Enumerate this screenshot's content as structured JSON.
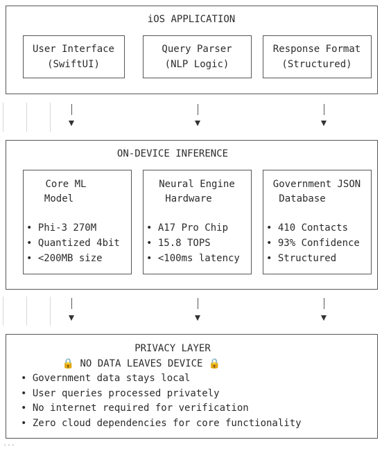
{
  "app_layer": {
    "title": "iOS APPLICATION",
    "boxes": [
      {
        "line1": "User Interface",
        "line2": "(SwiftUI)"
      },
      {
        "line1": "Query Parser",
        "line2": "(NLP Logic)"
      },
      {
        "line1": "Response Format",
        "line2": "(Structured)"
      }
    ]
  },
  "inference_layer": {
    "title": "ON-DEVICE INFERENCE",
    "boxes": [
      {
        "line1": "Core ML",
        "line2": "Model",
        "bullets": [
          "• Phi-3 270M",
          "• Quantized 4bit",
          "• <200MB size"
        ]
      },
      {
        "line1": "Neural Engine",
        "line2": "Hardware",
        "bullets": [
          "• A17 Pro Chip",
          "• 15.8 TOPS",
          "• <100ms latency"
        ]
      },
      {
        "line1": "Government JSON",
        "line2": "Database",
        "bullets": [
          "• 410 Contacts",
          "• 93% Confidence",
          "• Structured"
        ]
      }
    ]
  },
  "privacy_layer": {
    "title": "PRIVACY LAYER",
    "subtitle": "🔒 NO DATA LEAVES DEVICE 🔒",
    "bullets": [
      "• Government data stays local",
      "• User queries processed privately",
      "• No internet required for verification",
      "• Zero cloud dependencies for core functionality"
    ]
  },
  "trailing_text": "..."
}
